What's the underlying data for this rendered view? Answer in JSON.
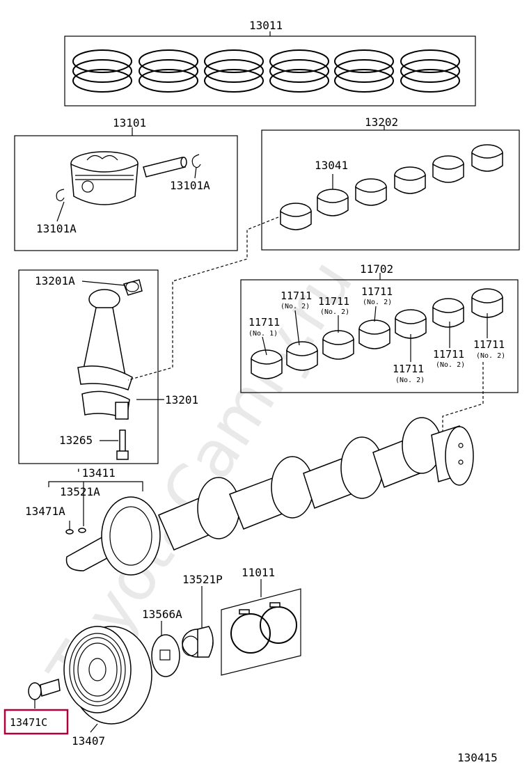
{
  "watermark": "ToyotaCamry.ru",
  "diagram_code": "130415",
  "labels": {
    "rings_set": "13011",
    "piston_set": "13101",
    "piston_pin_clip_right": "13101A",
    "piston_pin_clip_left": "13101A",
    "rod_bearing_set": "13202",
    "rod_bearing": "13041",
    "main_bearing_set": "11702",
    "conrod_assy": "13201",
    "conrod_bushing": "13201A",
    "conrod_bolt": "13265",
    "crankshaft_assy": "'13411",
    "crank_key": "13521A",
    "crank_pin": "13471A",
    "crank_gear_key": "13521P",
    "timing_gear": "13566A",
    "gasket_kit": "11011",
    "pulley_bolt": "13471C",
    "crank_pulley": "13407"
  },
  "main_bearings": [
    {
      "part": "11711",
      "grade": "(No. 1)"
    },
    {
      "part": "11711",
      "grade": "(No. 2)"
    },
    {
      "part": "11711",
      "grade": "(No. 2)"
    },
    {
      "part": "11711",
      "grade": "(No. 2)"
    },
    {
      "part": "11711",
      "grade": "(No. 2)"
    },
    {
      "part": "11711",
      "grade": "(No. 2)"
    },
    {
      "part": "11711",
      "grade": "(No. 2)"
    }
  ],
  "highlight_color": "#b0003a"
}
